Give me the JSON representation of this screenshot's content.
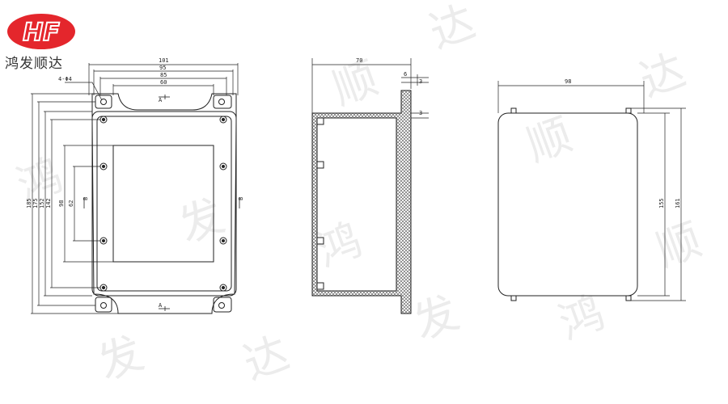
{
  "brand": {
    "logo_text": "HF",
    "company_name": "鸿发顺达",
    "color": "#e4262c"
  },
  "watermark": [
    "鸿",
    "发",
    "顺",
    "达",
    "鸿",
    "发",
    "顺",
    "达",
    "鸿",
    "发",
    "顺",
    "达"
  ],
  "front_view": {
    "top_dims": [
      "101",
      "95",
      "85",
      "60"
    ],
    "hole_label": "4-Φ4",
    "left_dims": [
      "185",
      "175",
      "152",
      "142",
      "98",
      "62"
    ],
    "section_marks": [
      "A",
      "A",
      "B",
      "B"
    ]
  },
  "side_view": {
    "depth": "70",
    "wall": "6",
    "lip_top": "3",
    "lip_bottom": "3"
  },
  "end_view": {
    "width": "98",
    "height_inner": "155",
    "height_outer": "161"
  }
}
